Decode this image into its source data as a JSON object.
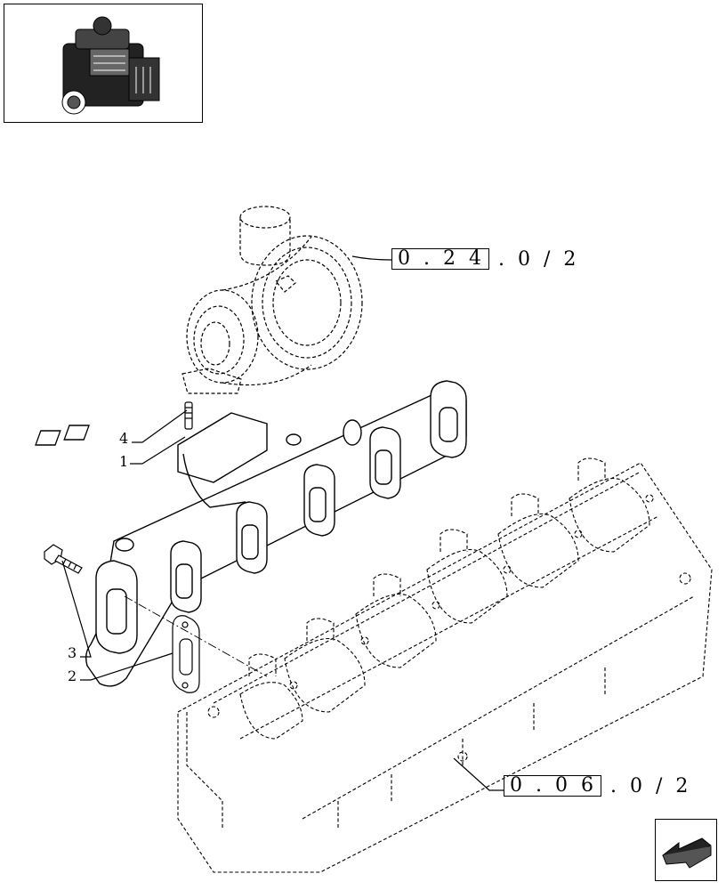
{
  "thumbnail": {
    "icon": "engine-thumbnail-icon"
  },
  "references": {
    "turbo": {
      "boxed": "0 . 2 4",
      "rest": ". 0 / 2"
    },
    "head": {
      "boxed": "0 . 0 6",
      "rest": ". 0 / 2"
    }
  },
  "callouts": {
    "c1": "1",
    "c2": "2",
    "c3": "3",
    "c4": "4"
  },
  "nav": {
    "icon": "arrow-back-icon"
  }
}
